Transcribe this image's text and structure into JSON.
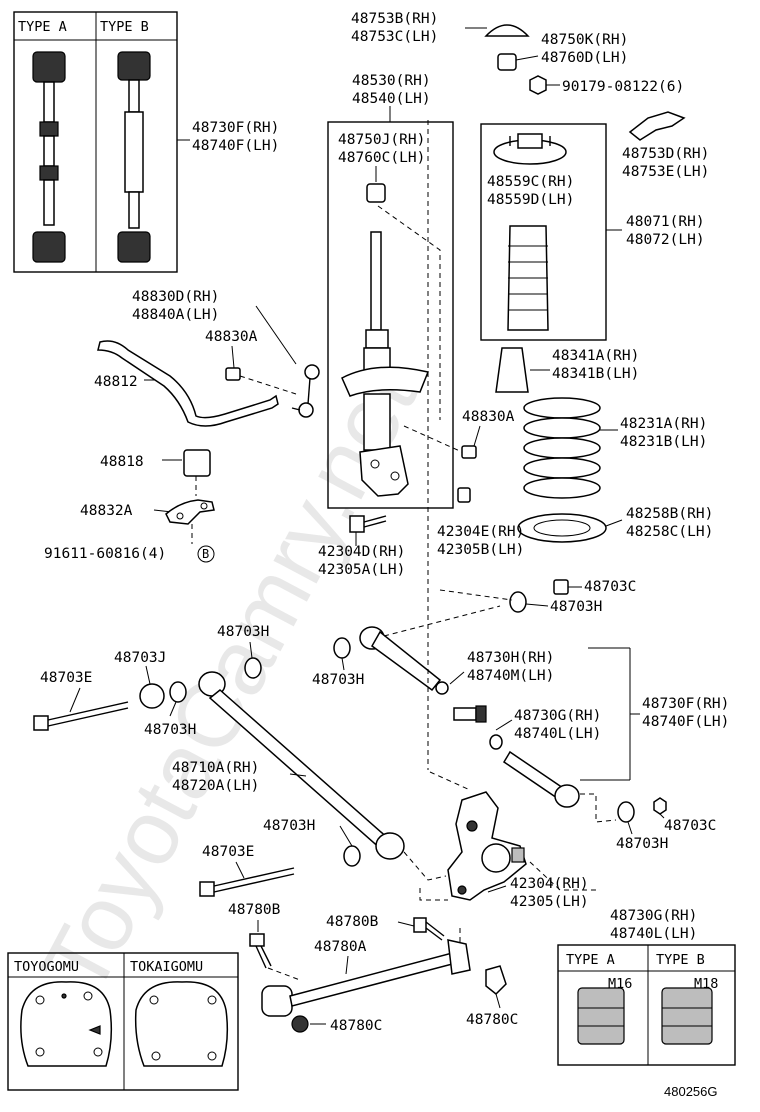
{
  "diagram": {
    "diagram_id": "480256G",
    "watermark": "ToyotaCamry.net",
    "insets": {
      "top_left_type_a": "TYPE A",
      "top_left_type_b": "TYPE B",
      "bottom_left_toyogomu": "TOYOGOMU",
      "bottom_left_tokaigomu": "TOKAIGOMU",
      "bottom_right_type_a": "TYPE A",
      "bottom_right_type_b": "TYPE B",
      "bottom_right_m16": "M16",
      "bottom_right_m18": "M18"
    },
    "labels": {
      "p48753b": "48753B(RH)",
      "p48753c": "48753C(LH)",
      "p48750k": "48750K(RH)",
      "p48760d": "48760D(LH)",
      "p90179": "90179-08122(6)",
      "p48530": "48530(RH)",
      "p48540": "48540(LH)",
      "p48750j": "48750J(RH)",
      "p48760c": "48760C(LH)",
      "p48730f_top": "48730F(RH)",
      "p48740f_top": "48740F(LH)",
      "p48753d": "48753D(RH)",
      "p48753e": "48753E(LH)",
      "p48559c": "48559C(RH)",
      "p48559d": "48559D(LH)",
      "p48071": "48071(RH)",
      "p48072": "48072(LH)",
      "p48830d": "48830D(RH)",
      "p48840a": "48840A(LH)",
      "p48830a_1": "48830A",
      "p48812": "48812",
      "p48341a": "48341A(RH)",
      "p48341b": "48341B(LH)",
      "p48830a_2": "48830A",
      "p48231a": "48231A(RH)",
      "p48231b": "48231B(LH)",
      "p48818": "48818",
      "p48832a": "48832A",
      "p48258b": "48258B(RH)",
      "p48258c": "48258C(LH)",
      "p42304e": "42304E(RH)",
      "p42305b": "42305B(LH)",
      "p91611": "91611-60816(4)",
      "p91611_mark": "B",
      "p42304d": "42304D(RH)",
      "p42305a": "42305A(LH)",
      "p48703c_1": "48703C",
      "p48703h_1": "48703H",
      "p48703h_2": "48703H",
      "p48703j": "48703J",
      "p48703h_3": "48703H",
      "p48703e_1": "48703E",
      "p48703h_4": "48703H",
      "p48730h": "48730H(RH)",
      "p48740m": "48740M(LH)",
      "p48730f_mid": "48730F(RH)",
      "p48740f_mid": "48740F(LH)",
      "p48730g_mid": "48730G(RH)",
      "p48740l_mid": "48740L(LH)",
      "p48710a": "48710A(RH)",
      "p48720a": "48720A(LH)",
      "p48703h_5": "48703H",
      "p48703c_2": "48703C",
      "p48703h_6": "48703H",
      "p48703e_2": "48703E",
      "p42304": "42304(RH)",
      "p42305": "42305(LH)",
      "p48730g_bot": "48730G(RH)",
      "p48740l_bot": "48740L(LH)",
      "p48780b_1": "48780B",
      "p48780b_2": "48780B",
      "p48780a": "48780A",
      "p48780c_1": "48780C",
      "p48780c_2": "48780C"
    }
  }
}
